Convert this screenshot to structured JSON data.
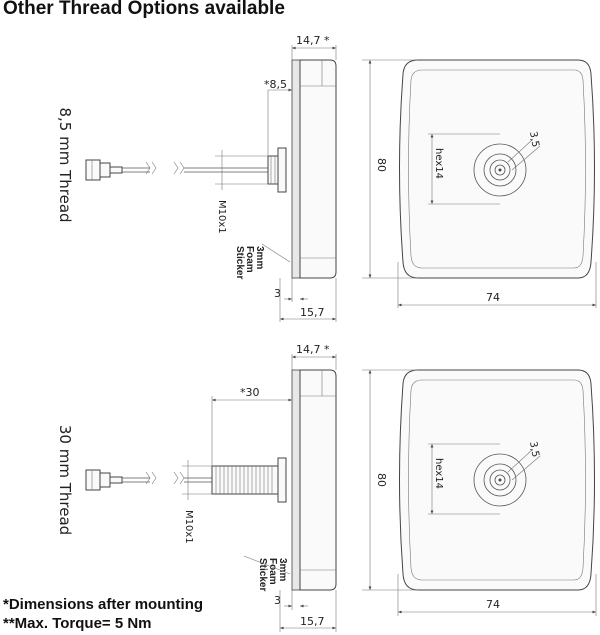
{
  "title": "Other Thread Options available",
  "views": [
    {
      "thread_label": "8,5 mm Thread",
      "dim_body_depth": "14,7 *",
      "dim_thread_len": "*8,5",
      "dim_thread_size": "M10x1",
      "foam_label_line1": "3mm",
      "foam_label_line2": "Foam",
      "foam_label_line3": "Sticker",
      "dim_foam": "3",
      "dim_total": "15,7",
      "dim_height": "80",
      "dim_width": "74",
      "dim_hex": "hex14",
      "dim_conn": "3,5"
    },
    {
      "thread_label": "30 mm Thread",
      "dim_body_depth": "14,7 *",
      "dim_thread_len": "*30",
      "dim_thread_size": "M10x1",
      "foam_label_line1": "3mm",
      "foam_label_line2": "Foam",
      "foam_label_line3": "Sticker",
      "dim_foam": "3",
      "dim_total": "15,7",
      "dim_height": "80",
      "dim_width": "74",
      "dim_hex": "hex14",
      "dim_conn": "3,5"
    }
  ],
  "footnotes": [
    "*Dimensions after mounting",
    "**Max. Torque= 5 Nm"
  ]
}
